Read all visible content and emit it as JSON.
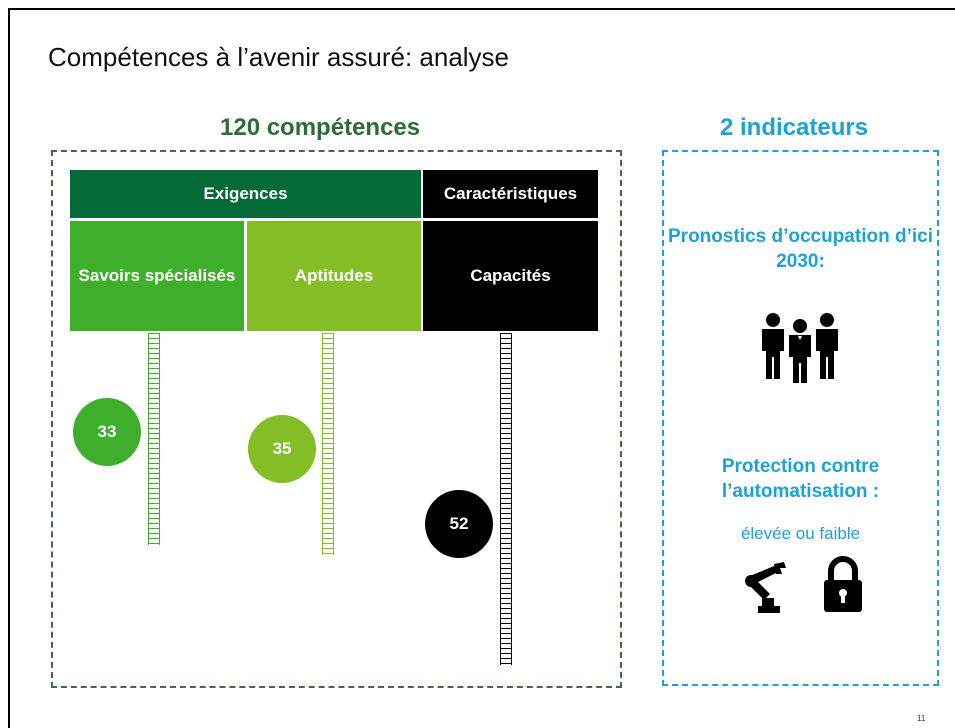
{
  "slide": {
    "title": "Compétences à l’avenir assuré: analyse",
    "page_number": "11"
  },
  "left_panel": {
    "heading": "120 compétences",
    "header_row": {
      "exigences": "Exigences",
      "caracteristiques": "Caractéristiques"
    },
    "columns": [
      {
        "label": "Savoirs spécialisés",
        "count": "33",
        "color": "#3fae2a"
      },
      {
        "label": "Aptitudes",
        "count": "35",
        "color": "#84bd26"
      },
      {
        "label": "Capacités",
        "count": "52",
        "color": "#000000"
      }
    ]
  },
  "right_panel": {
    "heading": "2 indicateurs",
    "indicator1": {
      "label": "Pronostics d’occupation d’ici 2030:",
      "icon": "people-group-icon"
    },
    "indicator2": {
      "label": "Protection contre l’automatisation :",
      "sub": "élevée ou faible",
      "icons": [
        "robot-arm-icon",
        "padlock-icon"
      ]
    },
    "accent_color": "#1ba3d6"
  }
}
